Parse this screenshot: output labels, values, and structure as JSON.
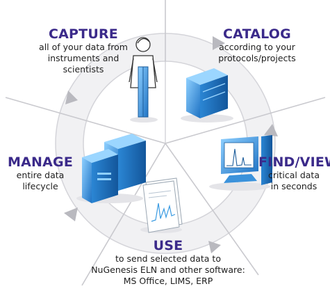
{
  "colors": {
    "title": "#3b2a8a",
    "ring": "#efeff1",
    "ring_edge": "#cfcfd4",
    "arrow": "#b4b4ba",
    "icon_blue": "#3a9be2",
    "icon_dark": "#1d6fb8"
  },
  "segments": [
    {
      "title": "CAPTURE",
      "lines": [
        "all of your data from",
        "instruments and",
        "scientists"
      ],
      "icon": "scientist-icon"
    },
    {
      "title": "CATALOG",
      "lines": [
        "according to your",
        "protocols/projects"
      ],
      "icon": "database-server-icon"
    },
    {
      "title": "FIND/VIEW",
      "lines": [
        "critical data",
        "in seconds"
      ],
      "icon": "computer-chromatogram-icon"
    },
    {
      "title": "USE",
      "lines": [
        "to send selected data to",
        "NuGenesis ELN and other software:",
        "MS Office, LIMS, ERP"
      ],
      "icon": "report-document-icon"
    },
    {
      "title": "MANAGE",
      "lines": [
        "entire data",
        "lifecycle"
      ],
      "icon": "server-rack-icon"
    }
  ]
}
